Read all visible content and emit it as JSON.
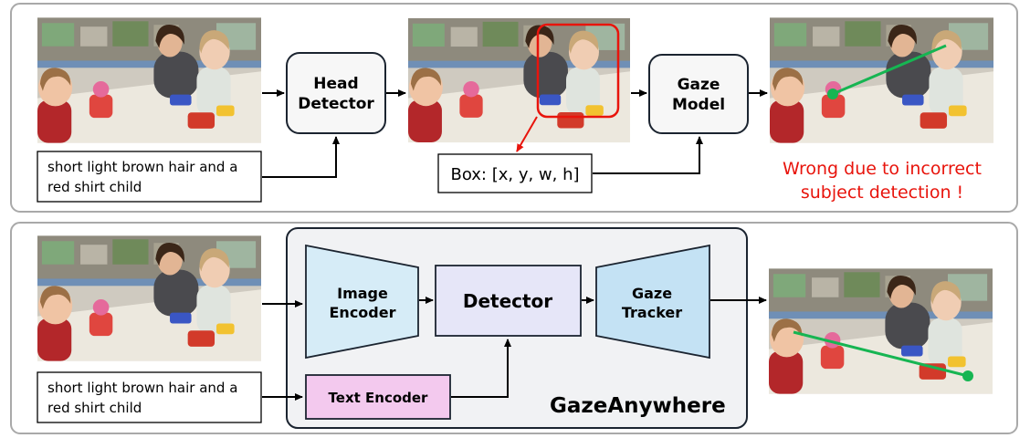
{
  "top_pipeline": {
    "query_text": [
      "short light brown hair and a",
      "red shirt child"
    ],
    "head_detector": [
      "Head",
      "Detector"
    ],
    "box_label": "Box: [x, y, w, h]",
    "gaze_model": [
      "Gaze",
      "Model"
    ],
    "error_message": [
      "Wrong due to incorrect",
      "subject detection !"
    ],
    "colors": {
      "error": "#e8140c",
      "highlight": "#e8140c",
      "gaze_line": "#16b552"
    }
  },
  "bottom_pipeline": {
    "query_text": [
      "short light brown hair and a",
      "red shirt child"
    ],
    "image_encoder": [
      "Image",
      "Encoder"
    ],
    "detector": "Detector",
    "gaze_tracker": [
      "Gaze",
      "Tracker"
    ],
    "text_encoder": "Text Encoder",
    "model_name": "GazeAnywhere",
    "colors": {
      "image_encoder": "#d6ecf7",
      "detector": "#e6e6f8",
      "gaze_tracker": "#c4e2f4",
      "text_encoder": "#f3c9ee",
      "panel": "#f1f2f4",
      "gaze_line": "#16b552"
    }
  }
}
